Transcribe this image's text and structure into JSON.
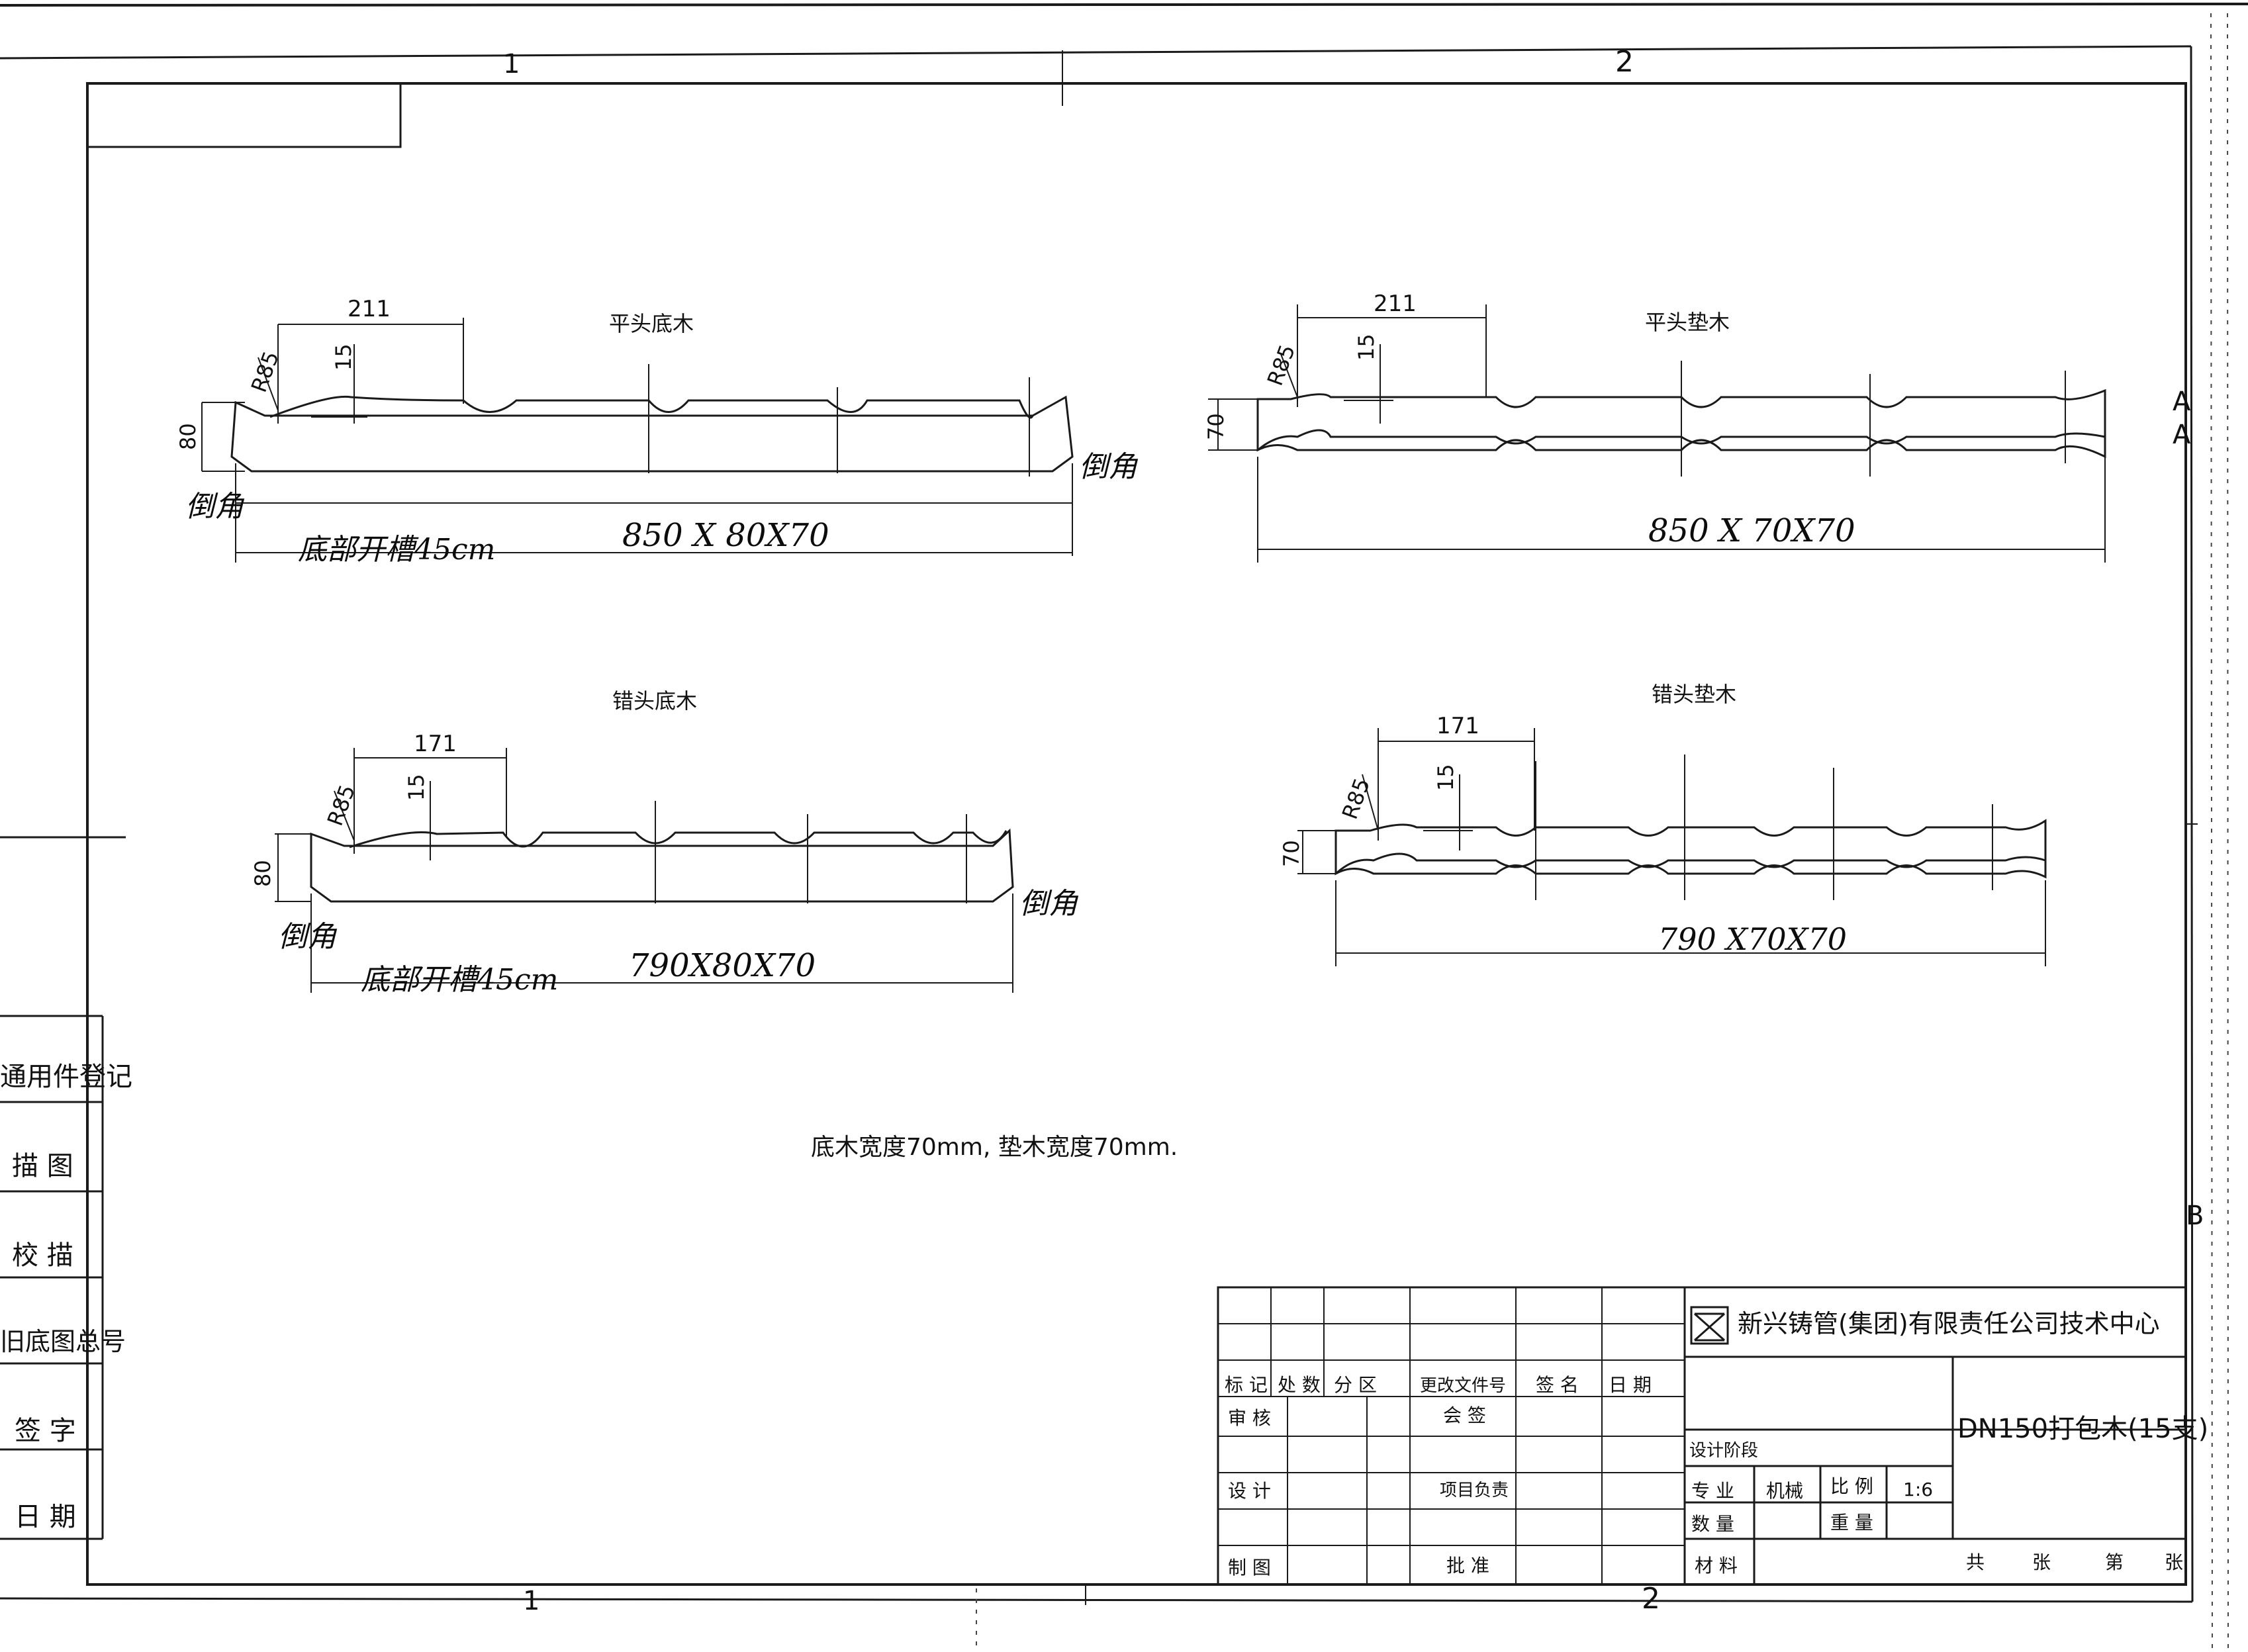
{
  "frame": {
    "col_labels": [
      "1",
      "2"
    ],
    "row_labels": [
      "A",
      "B"
    ]
  },
  "views": {
    "flat_base": {
      "title": "平头底木",
      "dim_211": "211",
      "dim_15": "15",
      "radius": "R85",
      "height": "80",
      "hand_length": "850 X 80X70",
      "hand_groove": "底部开槽45cm",
      "hand_chamfer_left": "倒角",
      "hand_chamfer_right": "倒角"
    },
    "flat_pad": {
      "title": "平头垫木",
      "dim_211": "211",
      "dim_15": "15",
      "radius": "R85",
      "height": "70",
      "hand_length": "850 X 70X70"
    },
    "stagger_base": {
      "title": "错头底木",
      "dim_171": "171",
      "dim_15": "15",
      "radius": "R85",
      "height": "80",
      "hand_length": "790X80X70",
      "hand_groove": "底部开槽45cm",
      "hand_chamfer_left": "倒角",
      "hand_chamfer_right": "倒角"
    },
    "stagger_pad": {
      "title": "错头垫木",
      "dim_171": "171",
      "dim_15": "15",
      "radius": "R85",
      "height": "70",
      "hand_length": "790 X70X70"
    }
  },
  "note": "底木宽度70mm, 垫木宽度70mm.",
  "left_strip": [
    "通用件登记",
    "描 图",
    "校 描",
    "旧底图总号",
    "签 字",
    "日 期"
  ],
  "title_block": {
    "company": "新兴铸管(集团)有限责任公司技术中心",
    "drawing_title": "DN150打包木(15支)",
    "hdr": [
      "标 记",
      "处 数",
      "分 区",
      "更改文件号",
      "签 名",
      "日 期"
    ],
    "review": "审 核",
    "countersign": "会 签",
    "design": "设 计",
    "project_lead": "项目负责",
    "drafting": "制 图",
    "approve": "批 准",
    "design_stage": "设计阶段",
    "specialty": "专 业",
    "specialty_val": "机械",
    "scale": "比 例",
    "scale_val": "1:6",
    "quantity": "数 量",
    "weight": "重 量",
    "material": "材 料",
    "sheets_total": "共",
    "sheets_unit": "张",
    "sheet_no": "第",
    "sheet_unit": "张"
  }
}
